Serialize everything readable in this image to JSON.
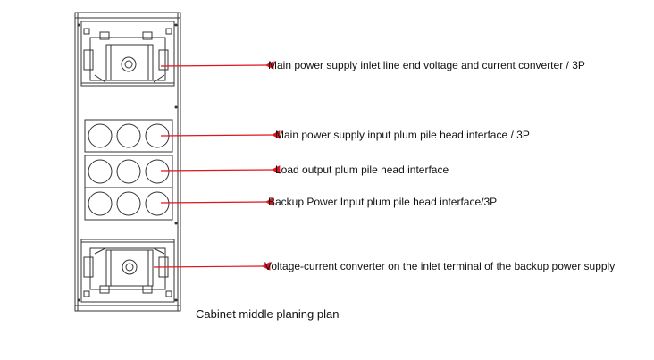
{
  "labels": {
    "top_converter": "Main power supply inlet line end voltage and current converter / 3P",
    "main_input": "Main power supply input plum pile head interface / 3P",
    "load_output": "Load output plum pile head interface",
    "backup_input": "Backup Power Input plum pile head interface/3P",
    "bottom_converter": "Voltage-current converter on the inlet terminal of the backup power supply"
  },
  "caption": "Cabinet middle planing plan",
  "colors": {
    "arrow": "#e0141e",
    "outline": "#333333"
  }
}
